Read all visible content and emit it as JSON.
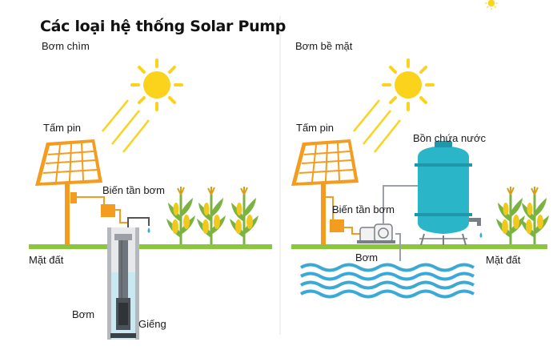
{
  "title": "Các loại hệ thống Solar Pump",
  "left_panel": {
    "heading": "Bơm chìm",
    "labels": {
      "panel": "Tấm pin",
      "inverter": "Biến tần bơm",
      "ground": "Mặt đất",
      "pump": "Bơm",
      "well": "Giếng"
    }
  },
  "right_panel": {
    "heading": "Bơm bề mặt",
    "labels": {
      "panel": "Tấm pin",
      "tank": "Bồn chứa nước",
      "inverter": "Biến tần bơm",
      "pump": "Bơm",
      "ground": "Mặt đất"
    }
  },
  "colors": {
    "panel_orange": "#f39c1f",
    "sun_yellow": "#fbd21c",
    "ground_green": "#8cc63f",
    "tank_blue": "#2bb5c9",
    "water_blue": "#3aa9d6",
    "pipe_gray": "#9aa0a6",
    "corn_green": "#7bb342",
    "corn_yellow": "#f2c81c"
  },
  "icons": [
    "sun-icon",
    "solar-panel-icon",
    "inverter-icon",
    "water-tank-icon",
    "surface-pump-icon",
    "submersible-pump-icon",
    "corn-plant-icon",
    "water-wave-icon",
    "faucet-icon"
  ]
}
